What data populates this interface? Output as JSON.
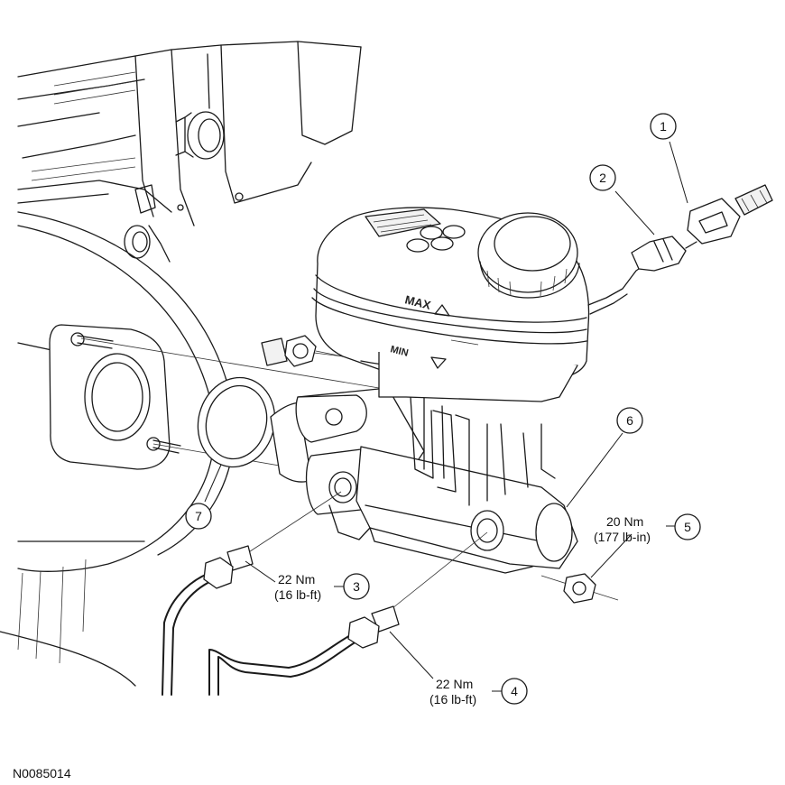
{
  "callouts": {
    "c1": "1",
    "c2": "2",
    "c3": "3",
    "c4": "4",
    "c5": "5",
    "c6": "6",
    "c7": "7"
  },
  "torque": {
    "t3_line1": "22 Nm",
    "t3_line2": "(16 lb-ft)",
    "t4_line1": "22 Nm",
    "t4_line2": "(16 lb-ft)",
    "t5_line1": "20 Nm",
    "t5_line2": "(177 lb-in)"
  },
  "reservoir": {
    "max_mark": "MAX",
    "min_mark": "MIN"
  },
  "figure_id": "N0085014"
}
